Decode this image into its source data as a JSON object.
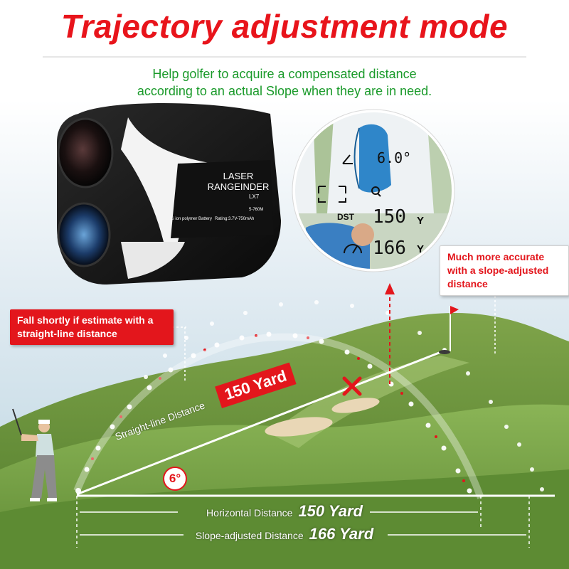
{
  "header": {
    "title": "Trajectory adjustment mode",
    "subtitle_line1": "Help golfer to acquire a compensated distance",
    "subtitle_line2": "according to an actual Slope when they are in need."
  },
  "device": {
    "brand": "LASER RANGEINDER",
    "model": "LX7",
    "spec": "5-760M",
    "battery": "Li ion polymer Battery",
    "rating": "Rating:3.7V-750mAh"
  },
  "viewfinder": {
    "angle": "6.0°",
    "dst_label": "DST",
    "value1": "150",
    "value2": "166",
    "unit1": "Y",
    "unit2": "Y"
  },
  "callouts": {
    "left": "Fall shortly if estimate with a straight-line distance",
    "right": "Much more accurate with a slope-adjusted distance"
  },
  "diagram": {
    "yard_tag": "150 Yard",
    "straight_label": "Straight-line Distance",
    "angle": "6°",
    "miss_mark": "X",
    "horizontal_label": "Horizontal Distance",
    "horizontal_value": "150 Yard",
    "slope_label": "Slope-adjusted Distance",
    "slope_value": "166 Yard"
  },
  "colors": {
    "accent_red": "#e3161c",
    "subtitle_green": "#1a9a2a",
    "grass": "#6f9a3c",
    "sky": "#cfe3ef"
  }
}
